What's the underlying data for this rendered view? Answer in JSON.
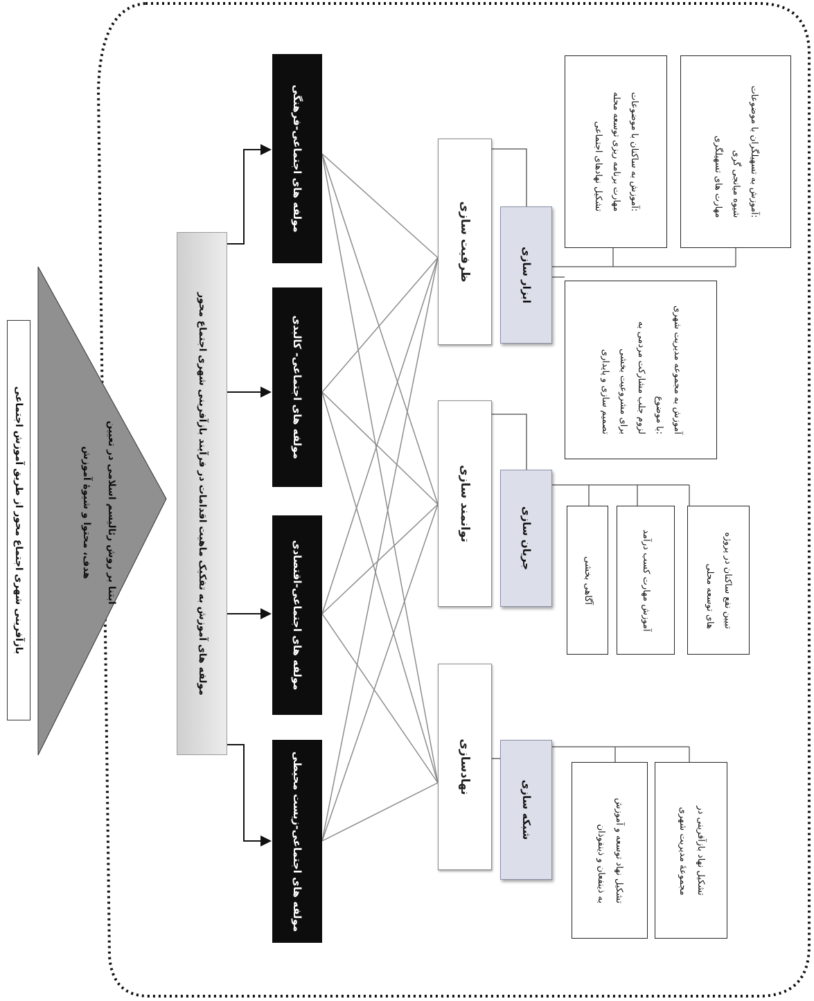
{
  "header": {
    "title": "بازآفرینی شهری اجتماع محور از طریق آموزش اجتماعی",
    "triangle_line1": "ابتنا بر روش رئالیسم اسلامی در تعیین",
    "triangle_line2": "هدف، محتوا و شیوۀ آموزش"
  },
  "main_box": "مولفه های آموزش به تفکیک ماهیت اقدامات در فرآیند بازآفرینی شهری اجتماع محور",
  "components": [
    "مولفه های اجتماعی-فرهنگی",
    "مولفه های اجتماعی- کالبدی",
    "مولفه های اجتماعی-اقتصادی",
    "مولفه های اجتماعی-زیست محیطی"
  ],
  "stages": [
    {
      "name": "ظرفیت سازی",
      "tool": "ابزار سازی"
    },
    {
      "name": "توانمند سازی",
      "tool": "جریان سازی"
    },
    {
      "name": "نهادسازی",
      "tool": "شبکه سازی"
    }
  ],
  "details": {
    "capacity": [
      [
        "آموزش به ساکنان با موضوعات:",
        "مهارت برنامه ریزی توسعه محله",
        "تشکیل نهادهای اجتماعی"
      ],
      [
        "آموزش به تسهیلگران با موضوعات:",
        "شیوه میانجی گری",
        "مهارت های تسهیلگری"
      ],
      [
        "آموزش به مجموعه مدیریت شهری",
        "با موضوع:",
        "لزوم جلب مشارکت مردمی به",
        "برای مشروعیت بخشی",
        "تصمیم سازی و پایداری"
      ]
    ],
    "empowerment": [
      [
        "آگاهی بخشی"
      ],
      [
        "آموزش مهارت کسب درآمد"
      ],
      [
        "تبیین نفع ساکنان در پروژه",
        "های توسعه محلی"
      ]
    ],
    "institution": [
      [
        "تشکیل نهاد توسعه و آموزش",
        "به ذینفعان و ذینفوذان"
      ],
      [
        "تشکیل نهاد بازآفرینی در",
        "مجموعۀ مدیریت شهری"
      ]
    ]
  }
}
